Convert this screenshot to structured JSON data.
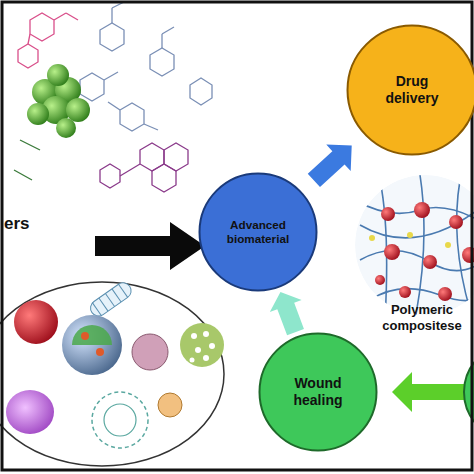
{
  "diagram": {
    "nodes": [
      {
        "text": [
          "Advanced biomaterial"
        ]
      },
      {
        "text": [
          "Drug delivery"
        ]
      },
      {
        "text": [
          "Wound healing"
        ]
      }
    ],
    "edges": [
      {
        "from": 0,
        "to": 1,
        "arrow": "to"
      },
      {
        "from": 2,
        "to": 0,
        "arrow": "to"
      }
    ],
    "labels": [
      "ers",
      "Polymeric compositese"
    ]
  }
}
